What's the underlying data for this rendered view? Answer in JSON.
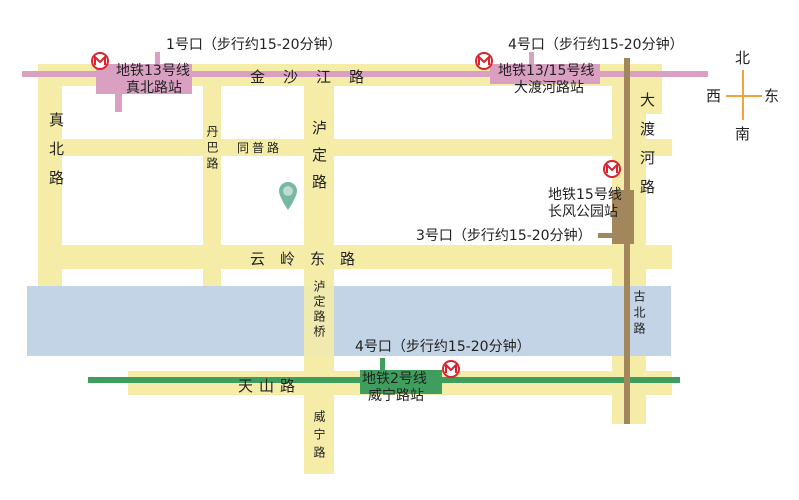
{
  "colors": {
    "road": "#f5eca8",
    "river": "#c2d4e5",
    "line13": "#d9a0c1",
    "line2": "#3f9e5e",
    "line15": "#a2875d",
    "metro_red": "#d9232e",
    "compass": "#f2a33a",
    "pin": "#77b8a0"
  },
  "roads": {
    "jinshajiang": "金沙江路",
    "zhenbei": "真北路",
    "danba": "丹巴路",
    "tongpu": "同普路",
    "ludinglu": "泸定路",
    "yunlingdong": "云岭东路",
    "ludingluqiao": "泸定路桥",
    "tianshan": "天山路",
    "weining": "威宁路",
    "dadu": "大渡河路",
    "gubei": "古北路"
  },
  "stations": {
    "zhenbeilu": {
      "line": "地铁13号线",
      "name": "真北路站"
    },
    "daduhelu": {
      "line": "地铁13/15号线",
      "name": "大渡河路站"
    },
    "changfeng": {
      "line": "地铁15号线",
      "name": "长风公园站"
    },
    "weininglu": {
      "line": "地铁2号线",
      "name": "威宁路站"
    }
  },
  "exits": {
    "exit1": "1号口（步行约15-20分钟）",
    "exit4_top": "4号口（步行约15-20分钟）",
    "exit3": "3号口（步行约15-20分钟）",
    "exit4_bottom": "4号口（步行约15-20分钟）"
  },
  "compass": {
    "north": "北",
    "south": "南",
    "west": "西",
    "east": "东"
  },
  "icons": {
    "metro": "metro-icon",
    "location": "location-pin-icon"
  }
}
